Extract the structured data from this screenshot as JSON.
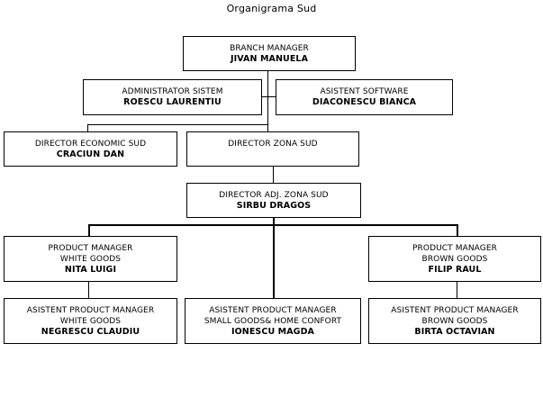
{
  "chart_data": {
    "type": "diagram",
    "subtype": "org-chart",
    "title": "Organigrama Sud",
    "orientation": "top-down",
    "background": "#ffffff",
    "line_color": "#000000",
    "box_border_color": "#000000",
    "box_fill": "#ffffff",
    "levels": 5,
    "nodes": [
      {
        "id": "branch-manager",
        "role": "BRANCH MANAGER",
        "person": "JIVAN MANUELA",
        "level": 1,
        "parent": null
      },
      {
        "id": "administrator-sistem",
        "role": "ADMINISTRATOR SISTEM",
        "person": "ROESCU LAURENTIU",
        "level": 2,
        "parent": "branch-manager"
      },
      {
        "id": "asistent-software",
        "role": "ASISTENT SOFTWARE",
        "person": "DIACONESCU BIANCA",
        "level": 2,
        "parent": "branch-manager"
      },
      {
        "id": "director-economic-sud",
        "role": "DIRECTOR ECONOMIC SUD",
        "person": "CRACIUN DAN",
        "level": 3,
        "parent": "branch-manager"
      },
      {
        "id": "director-zona-sud",
        "role": "DIRECTOR ZONA SUD",
        "person": "",
        "level": 3,
        "parent": "branch-manager",
        "vacant": true
      },
      {
        "id": "director-adj-zona-sud",
        "role": "DIRECTOR ADJ. ZONA SUD",
        "person": "SIRBU DRAGOS",
        "level": 4,
        "parent": "director-zona-sud"
      },
      {
        "id": "product-manager-white-goods",
        "role_line1": "PRODUCT MANAGER",
        "role_line2": "WHITE GOODS",
        "person": "NITA LUIGI",
        "level": 5,
        "parent": "director-adj-zona-sud"
      },
      {
        "id": "product-manager-brown-goods",
        "role_line1": "PRODUCT MANAGER",
        "role_line2": "BROWN GOODS",
        "person": "FILIP RAUL",
        "level": 5,
        "parent": "director-adj-zona-sud"
      },
      {
        "id": "asistent-pm-white-goods",
        "role_line1": "ASISTENT PRODUCT MANAGER",
        "role_line2": "WHITE GOODS",
        "person": "NEGRESCU CLAUDIU",
        "level": 6,
        "parent": "product-manager-white-goods"
      },
      {
        "id": "asistent-pm-small-goods",
        "role_line1": "ASISTENT PRODUCT MANAGER",
        "role_line2": "SMALL GOODS& HOME CONFORT",
        "person": "IONESCU MAGDA",
        "level": 6,
        "parent": "director-adj-zona-sud"
      },
      {
        "id": "asistent-pm-brown-goods",
        "role_line1": "ASISTENT PRODUCT MANAGER",
        "role_line2": "BROWN GOODS",
        "person": "BIRTA OCTAVIAN",
        "level": 6,
        "parent": "product-manager-brown-goods"
      }
    ]
  },
  "title": "Organigrama Sud",
  "nodes": {
    "branch_manager": {
      "role": "BRANCH MANAGER",
      "person": "JIVAN MANUELA"
    },
    "administrator_sistem": {
      "role": "ADMINISTRATOR SISTEM",
      "person": "ROESCU LAURENTIU"
    },
    "asistent_software": {
      "role": "ASISTENT SOFTWARE",
      "person": "DIACONESCU BIANCA"
    },
    "director_economic_sud": {
      "role": "DIRECTOR ECONOMIC SUD",
      "person": "CRACIUN DAN"
    },
    "director_zona_sud": {
      "role": "DIRECTOR ZONA SUD",
      "person": ""
    },
    "director_adj_zona_sud": {
      "role": "DIRECTOR ADJ. ZONA SUD",
      "person": "SIRBU DRAGOS"
    },
    "pm_white_goods": {
      "role_line1": "PRODUCT MANAGER",
      "role_line2": "WHITE GOODS",
      "person": "NITA LUIGI"
    },
    "pm_brown_goods": {
      "role_line1": "PRODUCT MANAGER",
      "role_line2": "BROWN GOODS",
      "person": "FILIP RAUL"
    },
    "apm_white_goods": {
      "role_line1": "ASISTENT PRODUCT MANAGER",
      "role_line2": "WHITE GOODS",
      "person": "NEGRESCU CLAUDIU"
    },
    "apm_small_goods": {
      "role_line1": "ASISTENT PRODUCT MANAGER",
      "role_line2": "SMALL GOODS& HOME CONFORT",
      "person": "IONESCU MAGDA"
    },
    "apm_brown_goods": {
      "role_line1": "ASISTENT PRODUCT MANAGER",
      "role_line2": "BROWN GOODS",
      "person": "BIRTA OCTAVIAN"
    }
  }
}
